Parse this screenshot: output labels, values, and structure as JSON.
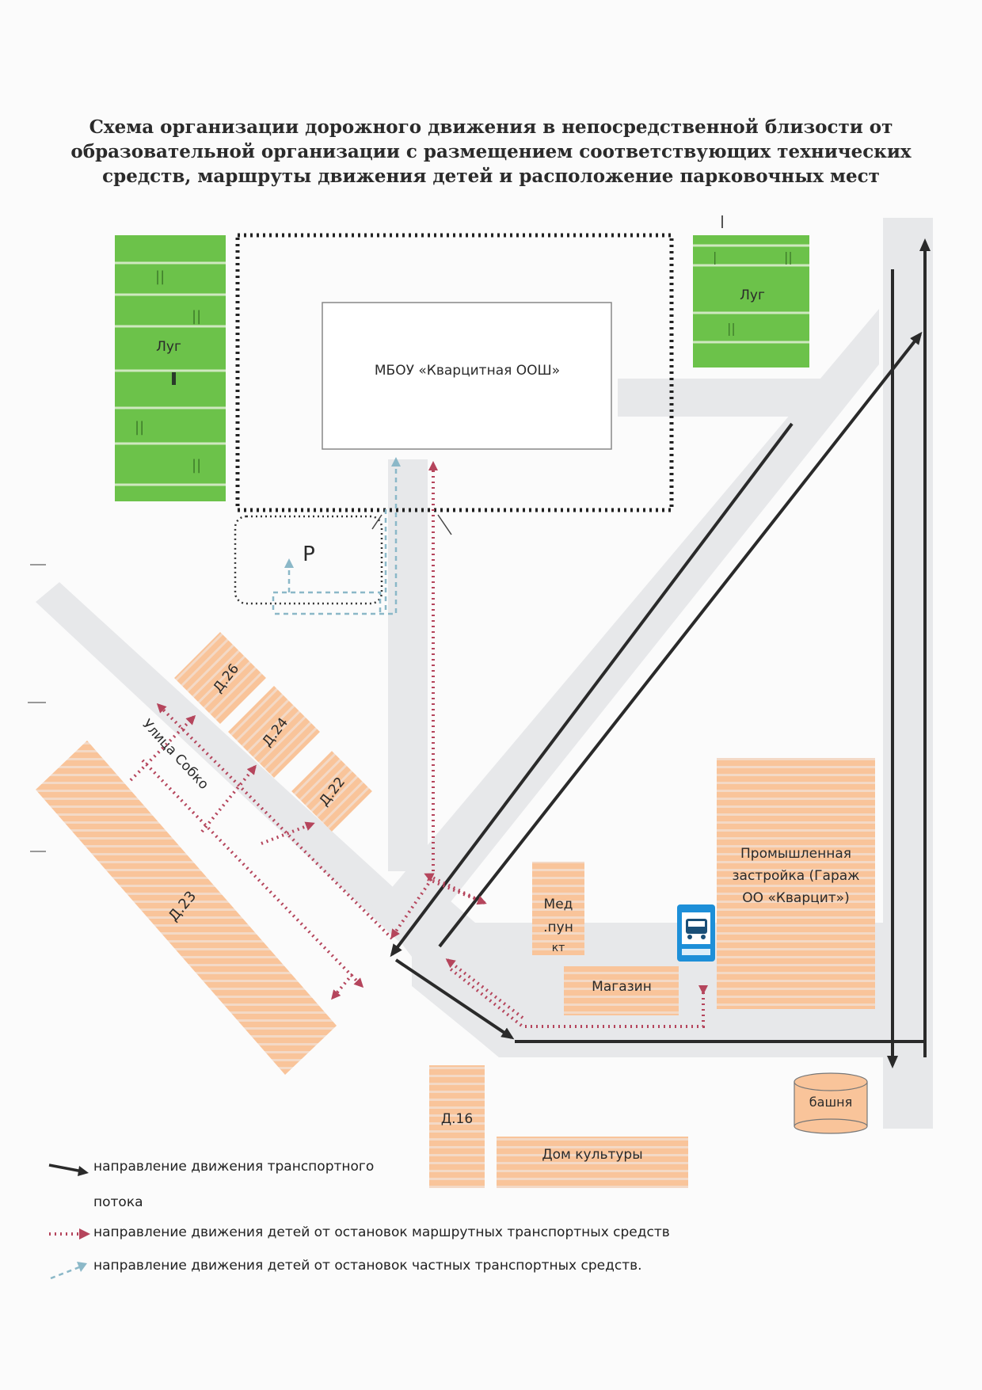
{
  "title": {
    "line1": "Схема организации дорожного движения в непосредственной близости от",
    "line2": "образовательной организации с размещением соответствующих технических",
    "line3": "средств, маршруты движения детей и расположение парковочных мест"
  },
  "labels": {
    "school": "МБОУ «Кварцитная ООШ»",
    "meadow_left": "Луг",
    "meadow_right": "Луг",
    "parking": "Р",
    "street": "Улица Собко",
    "house_26": "Д.26",
    "house_24": "Д.24",
    "house_22": "Д.22",
    "house_23": "Д.23",
    "house_16": "Д.16",
    "med_1": "Мед",
    "med_2": ".пун",
    "med_3": "кт",
    "shop": "Магазин",
    "industry_1": "Промышленная",
    "industry_2": "застройка (Гараж",
    "industry_3": "ОО «Кварцит»)",
    "culture_house": "Дом культуры",
    "tower": "башня"
  },
  "legend": {
    "traffic_1": "направление движения транспортного",
    "traffic_2": "потока",
    "children_public": "направление движения детей от остановок маршрутных транспортных средств",
    "children_private": "направление движения детей от остановок частных транспортных средств."
  },
  "colors": {
    "meadow": "#6cc24a",
    "building": "#f8c8a0",
    "road": "#e7e8ea",
    "traffic_arrow": "#2a2a2a",
    "children_public_route": "#b5455c",
    "children_private_route": "#8bb8c8",
    "bus_stop": "#1d8fd8"
  },
  "icons": {
    "bus_stop": "bus-stop-icon"
  }
}
